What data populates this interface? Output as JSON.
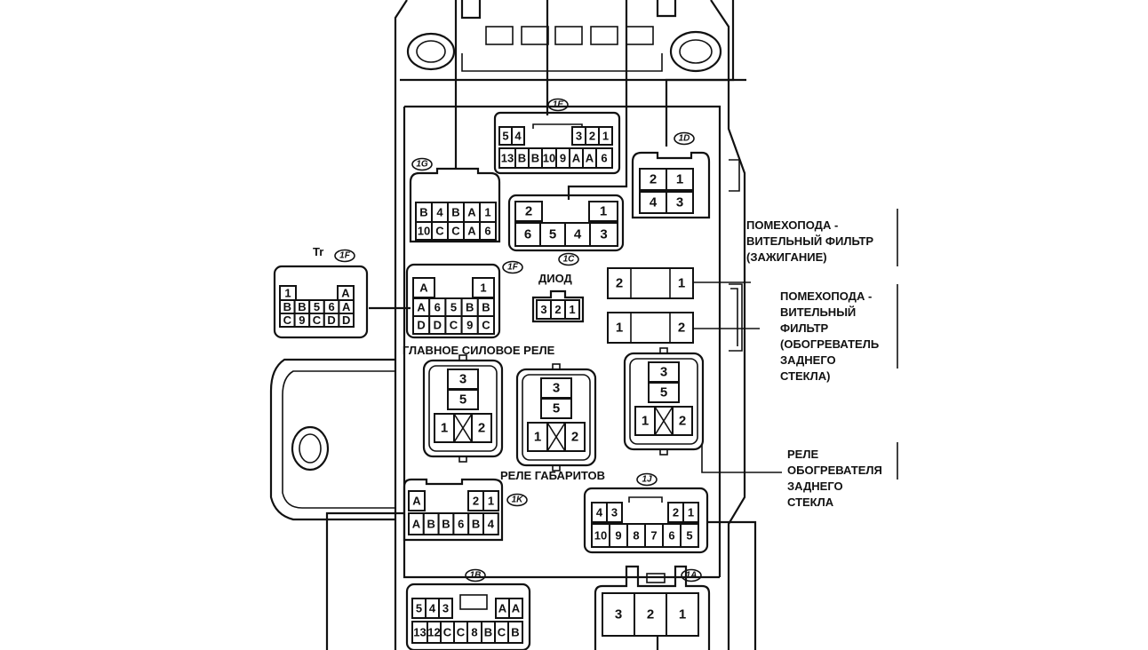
{
  "labels": {
    "ign_filter": [
      "ПОМЕХОПОДА -",
      "ВИТЕЛЬНЫЙ ФИЛЬТР",
      "(ЗАЖИГАНИЕ)"
    ],
    "rear_filter": [
      "ПОМЕХОПОДА -",
      "ВИТЕЛЬНЫЙ",
      "ФИЛЬТР",
      "(ОБОГРЕВАТЕЛЬ",
      "ЗАДНЕГО",
      "СТЕКЛА)"
    ],
    "rear_relay": [
      "РЕЛЕ",
      "ОБОГРЕВАТЕЛЯ",
      "ЗАДНЕГО",
      "СТЕКЛА"
    ],
    "main_relay": "ГЛАВНОЕ СИЛОВОЕ РЕЛЕ",
    "dim_relay": "РЕЛЕ ГАБАРИТОВ",
    "diode": "ДИОД",
    "tr": "Tr"
  },
  "connectors": {
    "c1E": {
      "tag": "1E",
      "top": [
        "5",
        "4",
        "3",
        "2",
        "1"
      ],
      "bottom": [
        "13",
        "B",
        "B",
        "10",
        "9",
        "A",
        "A",
        "6"
      ]
    },
    "c1D": {
      "tag": "1D",
      "top": [
        "2",
        "1"
      ],
      "bottom": [
        "4",
        "3"
      ]
    },
    "c1G": {
      "tag": "1G",
      "top": [
        "B",
        "4",
        "B",
        "A",
        "1"
      ],
      "bottom": [
        "10",
        "C",
        "C",
        "A",
        "6"
      ]
    },
    "c1C": {
      "tag": "1C",
      "top": [
        "2",
        "1"
      ],
      "bottom": [
        "6",
        "5",
        "4",
        "3"
      ]
    },
    "c1F": {
      "tag": "1F",
      "r1": [
        "A",
        "1"
      ],
      "r2": [
        "A",
        "6",
        "5",
        "B",
        "B"
      ],
      "r3": [
        "D",
        "D",
        "C",
        "9",
        "C"
      ]
    },
    "cTr": {
      "tag": "1F",
      "r1": [
        "1",
        "A"
      ],
      "r2": [
        "B",
        "B",
        "5",
        "6",
        "A"
      ],
      "r3": [
        "C",
        "9",
        "C",
        "D",
        "D"
      ]
    },
    "diode": {
      "pins": [
        "3",
        "2",
        "1"
      ]
    },
    "filt1": {
      "left": "2",
      "right": "1"
    },
    "filt2": {
      "left": "1",
      "right": "2"
    },
    "relayMain": {
      "pins": [
        "3",
        "5",
        "1",
        "2"
      ]
    },
    "relayDim": {
      "pins": [
        "3",
        "5",
        "1",
        "2"
      ]
    },
    "relayRear": {
      "pins": [
        "3",
        "5",
        "1",
        "2"
      ]
    },
    "c1K": {
      "tag": "1K",
      "top": [
        "A",
        "2",
        "1"
      ],
      "bottom": [
        "A",
        "B",
        "B",
        "6",
        "B",
        "4"
      ]
    },
    "c1J": {
      "tag": "1J",
      "top": [
        "4",
        "3",
        "2",
        "1"
      ],
      "bottom": [
        "10",
        "9",
        "8",
        "7",
        "6",
        "5"
      ]
    },
    "c1B": {
      "tag": "1B",
      "top": [
        "5",
        "4",
        "3",
        "A",
        "A"
      ],
      "bottom": [
        "13",
        "12",
        "C",
        "C",
        "8",
        "B",
        "C",
        "B"
      ]
    },
    "c1A": {
      "tag": "1A",
      "pins": [
        "3",
        "2",
        "1"
      ]
    }
  }
}
